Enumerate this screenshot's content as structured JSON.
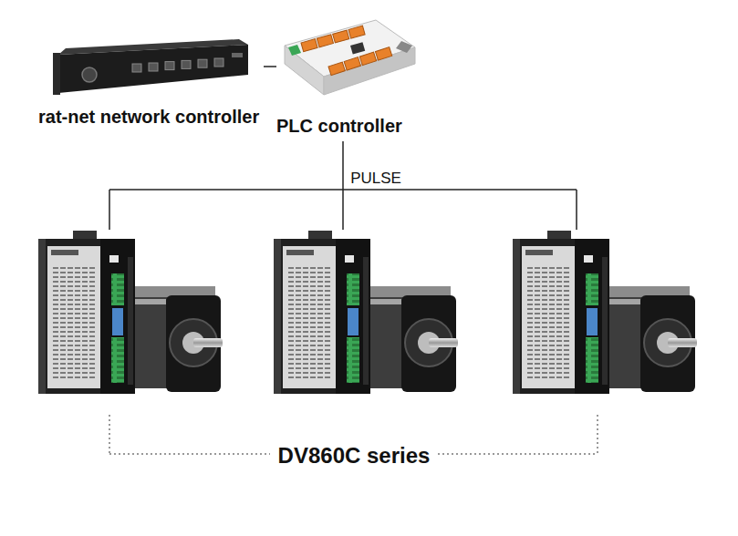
{
  "diagram": {
    "nodes": [
      {
        "text": [
          "rat-net network controller"
        ]
      },
      {
        "text": [
          "PLC controller"
        ]
      }
    ],
    "edges": [
      {
        "from": 0,
        "to": 1,
        "arrow": "none"
      }
    ],
    "labels": [
      "PULSE",
      "DV860C series"
    ]
  }
}
